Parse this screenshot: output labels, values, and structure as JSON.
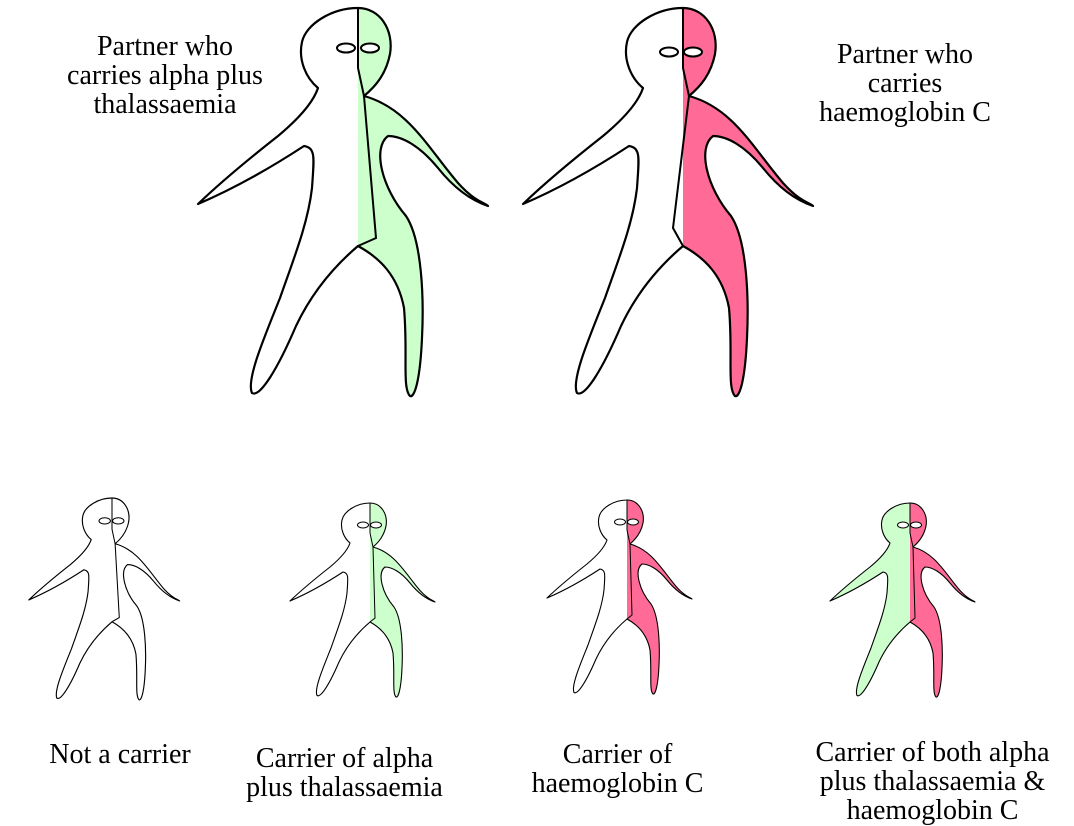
{
  "colors": {
    "alpha_plus_thalassaemia": "#ccffcc",
    "haemoglobin_c": "#ff6b96",
    "not_carrier": "#ffffff",
    "outline": "#000000"
  },
  "parents": {
    "left_label": "Partner who\ncarries alpha plus\nthalassaemia",
    "right_label": "Partner who\ncarries\nhaemoglobin C"
  },
  "children": [
    {
      "label": "Not a carrier"
    },
    {
      "label": "Carrier of alpha\nplus thalassaemia"
    },
    {
      "label": "Carrier of\nhaemoglobin C"
    },
    {
      "label": "Carrier of both alpha\nplus thalassaemia &\nhaemoglobin C"
    }
  ]
}
